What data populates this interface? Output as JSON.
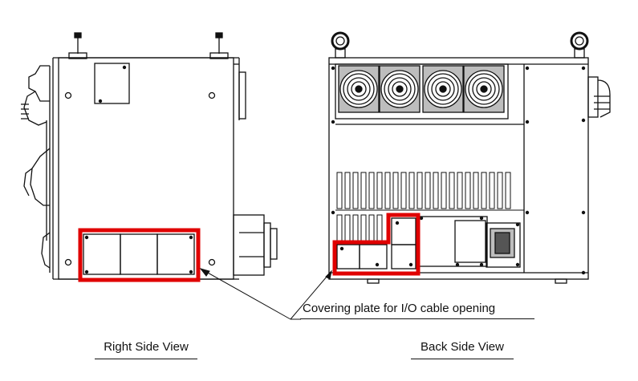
{
  "callout": {
    "text": "Covering plate for I/O cable opening"
  },
  "views": {
    "right": {
      "label": "Right Side View"
    },
    "back": {
      "label": "Back Side View"
    }
  },
  "colors": {
    "line": "#111111",
    "highlight": "#e00000",
    "fan": "#bdbdbd",
    "background": "#ffffff"
  }
}
